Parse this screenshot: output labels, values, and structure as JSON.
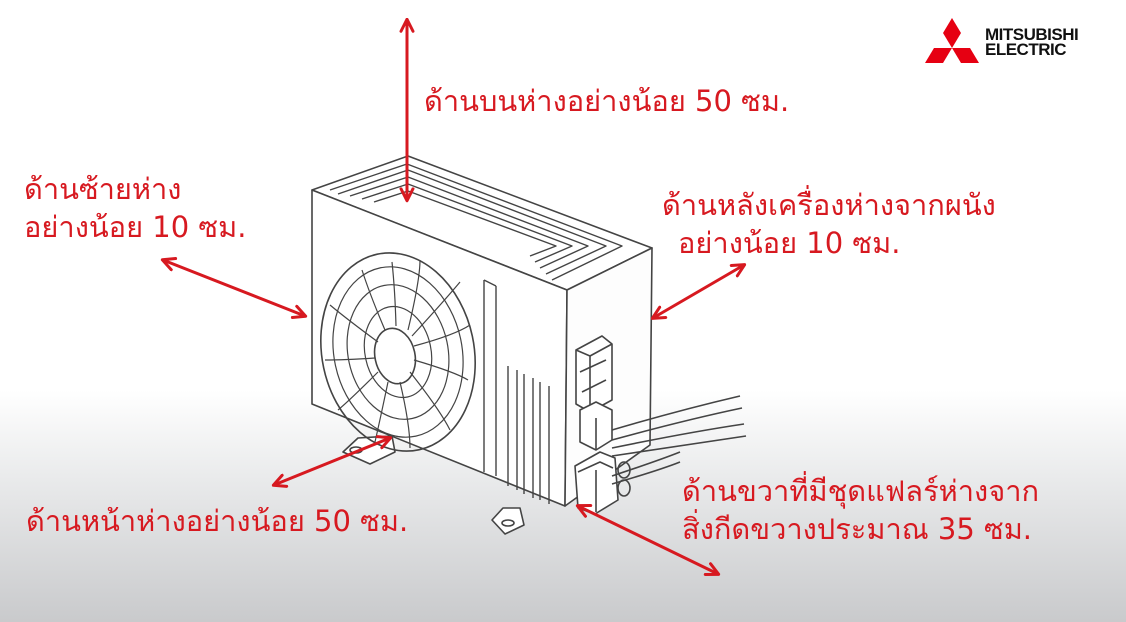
{
  "brand": {
    "name_line1": "MITSUBISHI",
    "name_line2": "ELECTRIC",
    "color": "#e60012"
  },
  "labels": {
    "top": "ด้านบนห่างอย่างน้อย 50 ซม.",
    "left_line1": "ด้านซ้ายห่าง",
    "left_line2": "อย่างน้อย 10 ซม.",
    "back_line1": "ด้านหลังเครื่องห่างจากผนัง",
    "back_line2": "อย่างน้อย 10 ซม.",
    "front": "ด้านหน้าห่างอย่างน้อย 50 ซม.",
    "right_line1": "ด้านขวาที่มีชุดแฟลร์ห่างจาก",
    "right_line2": "สิ่งกีดขวางประมาณ 35 ซม."
  },
  "colors": {
    "accent": "#d71920",
    "line": "#444444"
  }
}
